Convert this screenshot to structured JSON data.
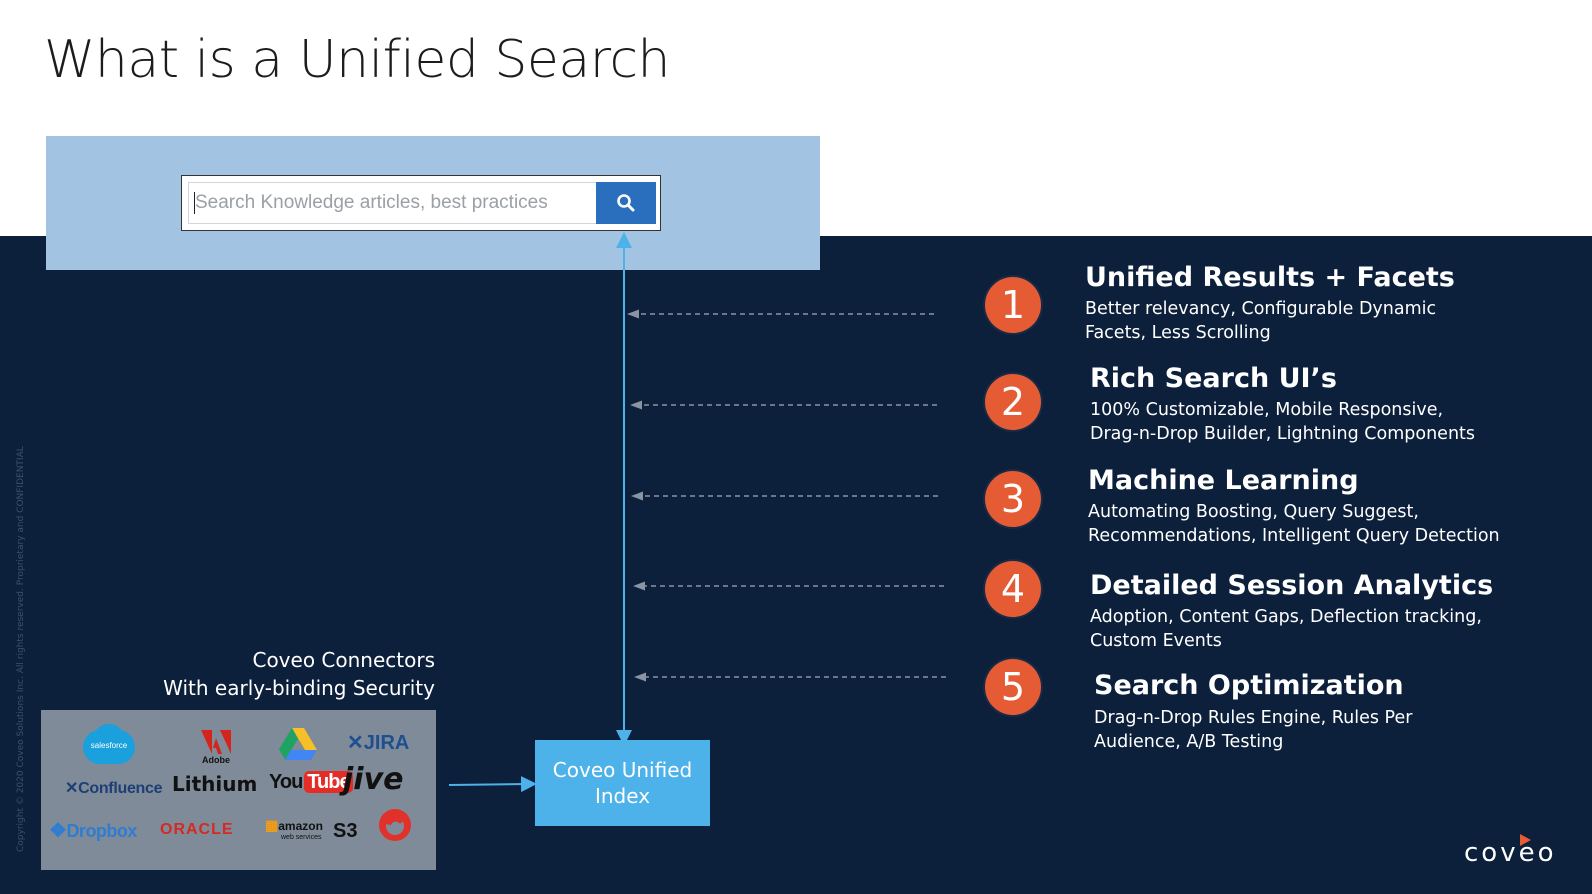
{
  "slide": {
    "title": "What is a Unified Search",
    "copyright": "Copyright © 2020 Coveo Solutions Inc. All rights reserved. Proprietary and CONFIDENTIAL"
  },
  "search": {
    "placeholder": "Search Knowledge articles, best practices",
    "button_icon": "search-icon"
  },
  "features": [
    {
      "number": "1",
      "title": "Unified Results + Facets",
      "line1": "Better relevancy, Configurable Dynamic",
      "line2": "Facets, Less Scrolling"
    },
    {
      "number": "2",
      "title": "Rich Search UI’s",
      "line1": "100% Customizable, Mobile Responsive,",
      "line2": "Drag-n-Drop Builder, Lightning Components"
    },
    {
      "number": "3",
      "title": "Machine Learning",
      "line1": "Automating Boosting, Query Suggest,",
      "line2": "Recommendations, Intelligent Query Detection"
    },
    {
      "number": "4",
      "title": "Detailed Session Analytics",
      "line1": "Adoption, Content Gaps, Deflection tracking,",
      "line2": "Custom Events"
    },
    {
      "number": "5",
      "title": "Search Optimization",
      "line1": "Drag-n-Drop Rules Engine, Rules Per",
      "line2": "Audience, A/B Testing"
    }
  ],
  "connectors": {
    "label_line1": "Coveo Connectors",
    "label_line2": "With early-binding Security",
    "logos": {
      "salesforce": "salesforce",
      "adobe": "Adobe",
      "drive": "google-drive-icon",
      "jira": "JIRA",
      "confluence": "Confluence",
      "lithium": "Lithium",
      "youtube_you": "You",
      "youtube_tube": "Tube",
      "jive": "jive",
      "dropbox": "Dropbox",
      "oracle": "ORACLE",
      "amazon": "amazon",
      "amazon_sub": "web services",
      "s3": "S3",
      "sitecore": "sitecore-icon"
    }
  },
  "index": {
    "line1": "Coveo Unified",
    "line2": "Index"
  },
  "brand": {
    "name": "coveo"
  },
  "colors": {
    "dark_bg": "#0c1f3b",
    "panel_bg": "#a3c3e3",
    "search_button": "#2a6fbd",
    "badge": "#e55b34",
    "index_box": "#4db1ea",
    "arrow": "#4db1ea",
    "dashed_arrow": "#8a94a3"
  }
}
